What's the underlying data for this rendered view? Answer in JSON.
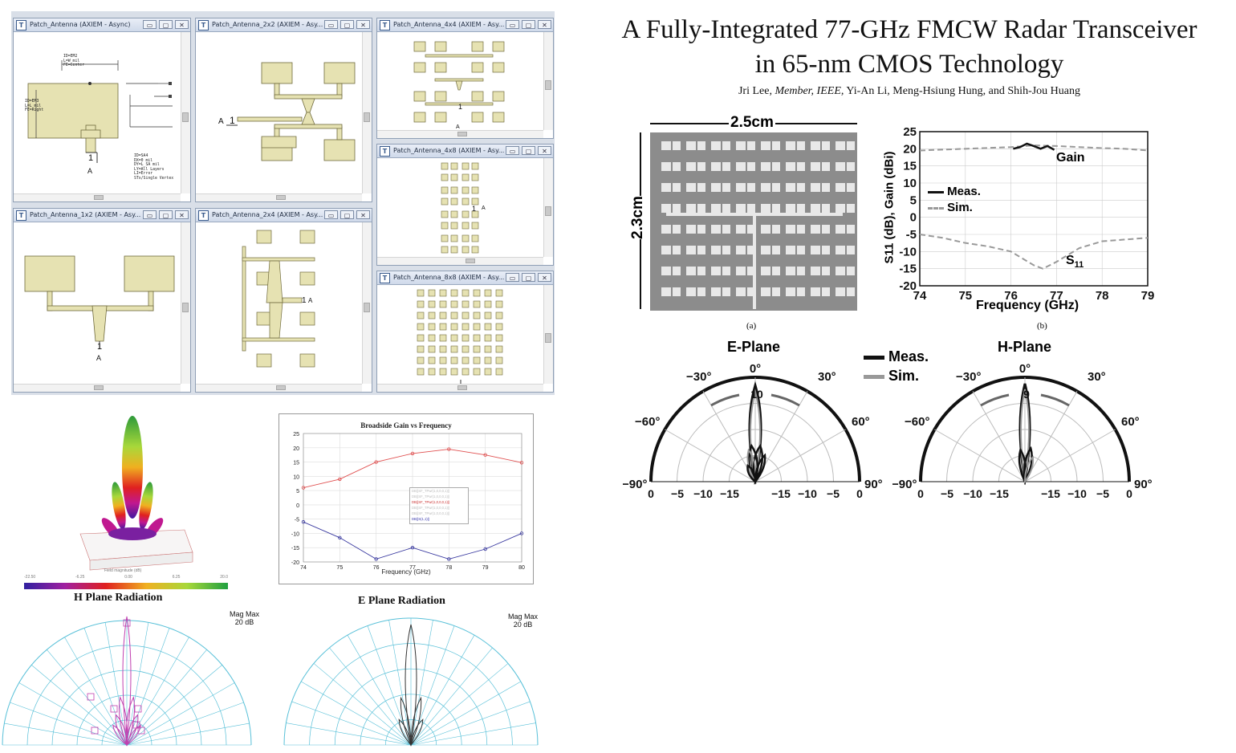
{
  "windows": [
    {
      "title": "Patch_Antenna (AXIEM - Async)"
    },
    {
      "title": "Patch_Antenna_2x2 (AXIEM - Asy..."
    },
    {
      "title": "Patch_Antenna_4x4 (AXIEM - Asy..."
    },
    {
      "title": "Patch_Antenna_4x8 (AXIEM - Asy..."
    },
    {
      "title": "Patch_Antenna_1x2 (AXIEM - Asy..."
    },
    {
      "title": "Patch_Antenna_2x4 (AXIEM - Asy..."
    },
    {
      "title": "Patch_Antenna_8x8 (AXIEM - Asy..."
    }
  ],
  "window_buttons": {
    "minimize": "▭",
    "restore": "▢",
    "close": "✕"
  },
  "patch_annotations": {
    "top_label_1": "ID=EM2",
    "top_label_2": "L=W mil",
    "top_label_3": "FE=Center",
    "side_label_1": "ID=EM3",
    "side_label_2": "L=L mil",
    "side_label_3": "FE=Right",
    "port_number": "1",
    "port_letter": "A",
    "stack_1": "ID=SA4",
    "stack_2": "DX=0 mil",
    "stack_3": "DY=L_SA mil",
    "stack_4": "LY=All Layers",
    "stack_5": "LI=Error",
    "stack_6": "STx/Single Vertex"
  },
  "port_2x2": {
    "number": "1",
    "letter": "A"
  },
  "port_4x4": {
    "number": "1",
    "letter": "A"
  },
  "port_4x8": {
    "number": "1",
    "letter": "A"
  },
  "port_1x2": {
    "number": "1",
    "letter": "A"
  },
  "port_2x4": {
    "number": "1",
    "letter": "A"
  },
  "radiation_3d": {
    "colorbar_labels": [
      "-22.50",
      "-6.25",
      "0.00",
      "6.25",
      "20.0"
    ],
    "colorbar_caption": "Field magnitude (dB)"
  },
  "gain_chart": {
    "title": "Broadside Gain vs Frequency",
    "xlabel": "Frequency (GHz)",
    "legend": [
      "DB(|SF_TPwr(1,0,0,0,1)|)",
      "DB(|SF_TPwr(1,0,0,0,1)|)",
      "DB(|SF_TPwr(1,0,0,0,1)|)",
      "DB(|SF_TPwr(1,0,0,0,1)|)",
      "DB(|SF_TPwr(1,0,0,0,1)|)",
      "DB(|S(1,1)|)"
    ]
  },
  "h_plane": {
    "title": "H Plane Radiation",
    "mag_max_label": "Mag Max",
    "mag_max_value": "20 dB"
  },
  "e_plane": {
    "title": "E Plane Radiation",
    "mag_max_label": "Mag Max",
    "mag_max_value": "20 dB"
  },
  "paper": {
    "title_line1": "A Fully-Integrated 77-GHz FMCW Radar Transceiver",
    "title_line2": "in 65-nm CMOS Technology",
    "author_1": "Jri Lee,",
    "author_role": "Member, IEEE,",
    "author_rest": "Yi-An Li, Meng-Hsiung Hung, and Shih-Jou Huang",
    "fig_a_label": "(a)",
    "fig_b_label": "(b)",
    "dim_width": "2.5cm",
    "dim_height": "2.3cm",
    "s11_ylabel": "S11 (dB), Gain (dBi)",
    "s11_xlabel": "Frequency (GHz)",
    "gain_label": "Gain",
    "s11_curve_label": "S",
    "s11_curve_sub": "11",
    "legend_meas": "Meas.",
    "legend_sim": "Sim.",
    "e_plane_title": "E-Plane",
    "h_plane_title": "H-Plane",
    "polar_legend_meas": "Meas.",
    "polar_legend_sim": "Sim.",
    "angle_labels": [
      "0°",
      "30°",
      "−30°",
      "60°",
      "−60°",
      "90°",
      "−90°"
    ],
    "radial_ticks": [
      "0",
      "−5",
      "−10",
      "−15",
      "−15",
      "−10",
      "−5",
      "0"
    ],
    "e_peak": "10",
    "h_peak": "9"
  },
  "chart_data": [
    {
      "type": "line",
      "title": "Broadside Gain vs Frequency",
      "xlabel": "Frequency (GHz)",
      "ylabel": "",
      "x": [
        74,
        75,
        76,
        77,
        78,
        79,
        80
      ],
      "xlim": [
        74,
        80
      ],
      "ylim": [
        -20,
        25
      ],
      "yticks": [
        25,
        20,
        15,
        10,
        5,
        0,
        -5,
        -10,
        -15,
        -20
      ],
      "grid": true,
      "series": [
        {
          "name": "DB(|SF_TPwr(1,0,0,0,1)|)",
          "color": "#e05050",
          "values": [
            6,
            9,
            15,
            18,
            19.5,
            17.5,
            14.8
          ]
        },
        {
          "name": "DB(|S(1,1)|)",
          "color": "#3a3aa0",
          "values": [
            -6,
            -11.5,
            -19,
            -15,
            -19,
            -15.5,
            -10
          ]
        }
      ]
    },
    {
      "type": "line",
      "title": "",
      "xlabel": "Frequency (GHz)",
      "ylabel": "S11 (dB), Gain (dBi)",
      "xlim": [
        74,
        79
      ],
      "ylim": [
        -20,
        25
      ],
      "xticks": [
        74,
        75,
        76,
        77,
        78,
        79
      ],
      "yticks": [
        25,
        20,
        15,
        10,
        5,
        0,
        -5,
        -10,
        -15,
        -20
      ],
      "legend": "left",
      "series": [
        {
          "name": "Gain Sim.",
          "style": "dashed",
          "color": "#999999",
          "x": [
            74,
            75,
            76,
            76.5,
            77,
            77.5,
            78,
            78.5,
            79
          ],
          "values": [
            19.5,
            20,
            20.5,
            21,
            20.8,
            20.5,
            20.2,
            20,
            19.5
          ]
        },
        {
          "name": "Gain Meas.",
          "style": "solid",
          "color": "#111111",
          "x": [
            76.05,
            76.2,
            76.35,
            76.5,
            76.65,
            76.8,
            76.95
          ],
          "values": [
            20,
            20.5,
            21.5,
            20.8,
            20,
            20.8,
            19.7
          ]
        },
        {
          "name": "S11 Sim.",
          "style": "dashed",
          "color": "#999999",
          "x": [
            74,
            74.5,
            75,
            75.5,
            76,
            76.5,
            76.7,
            77,
            77.5,
            78,
            78.5,
            79
          ],
          "values": [
            -5,
            -6,
            -7.5,
            -8.5,
            -10,
            -14,
            -15,
            -13,
            -9,
            -7,
            -6.5,
            -6
          ]
        }
      ]
    }
  ]
}
